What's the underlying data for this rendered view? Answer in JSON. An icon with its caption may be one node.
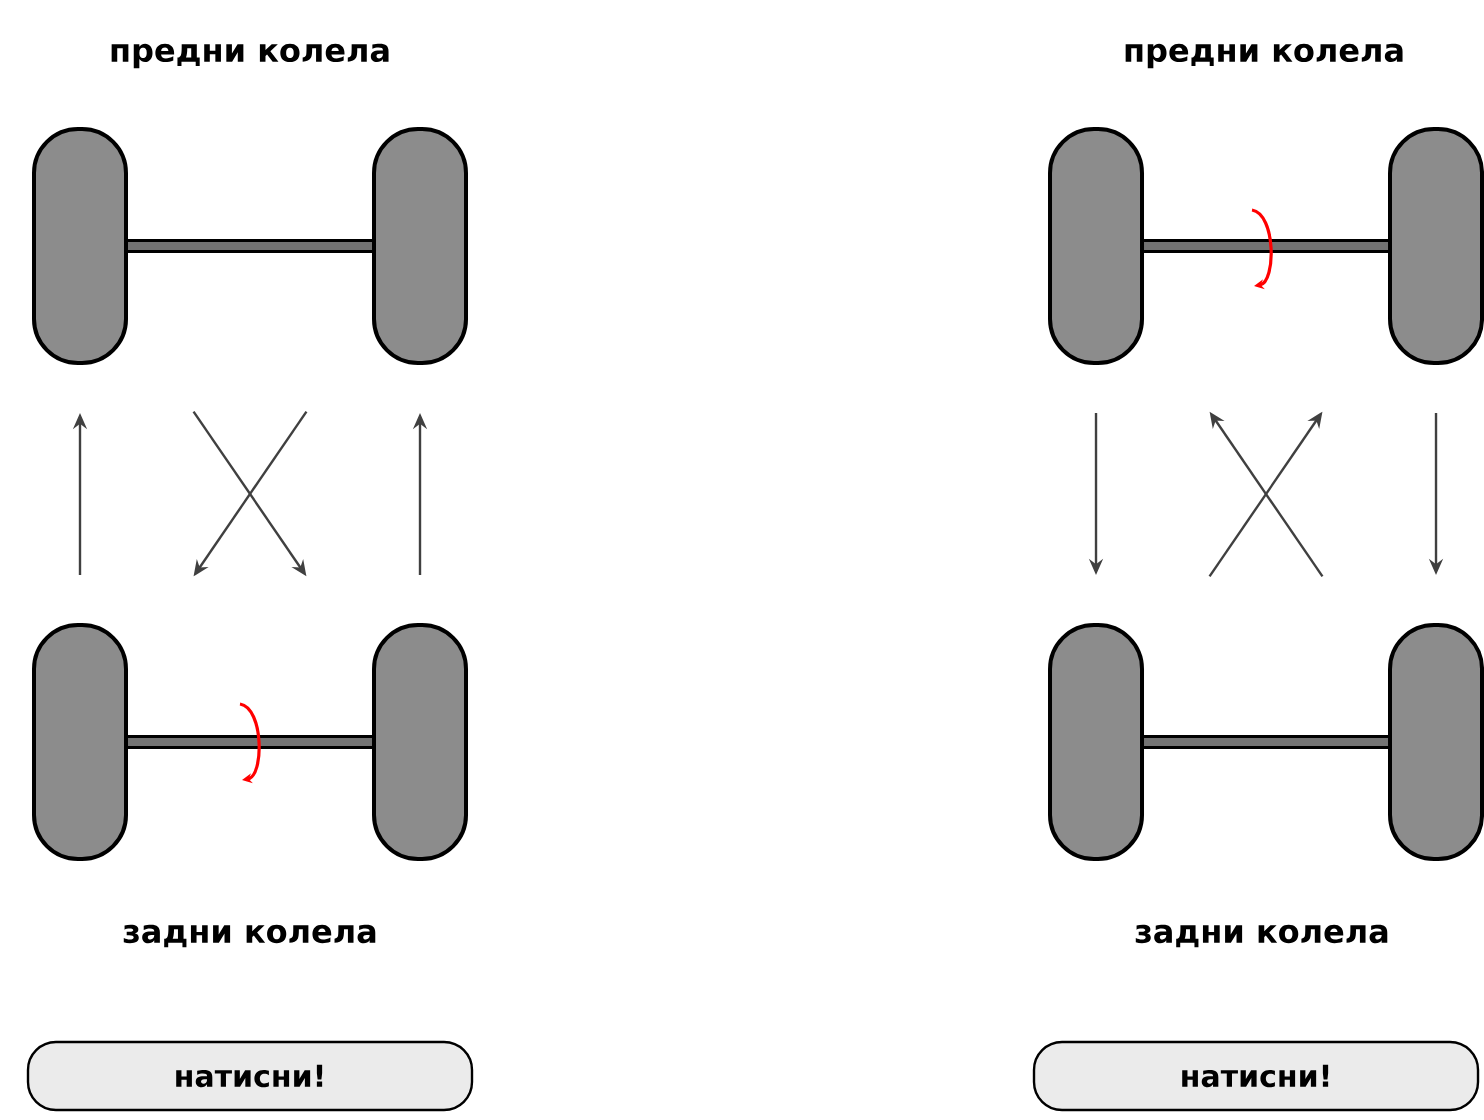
{
  "diagram": {
    "nodes": [
      {
        "text": [],
        "shape": "wheel"
      },
      {
        "text": [],
        "shape": "wheel"
      },
      {
        "text": [],
        "shape": "wheel"
      },
      {
        "text": [],
        "shape": "wheel"
      },
      {
        "text": [],
        "shape": "wheel"
      },
      {
        "text": [],
        "shape": "wheel"
      },
      {
        "text": [],
        "shape": "wheel"
      },
      {
        "text": [],
        "shape": "wheel"
      },
      {
        "text": [
          "натисни!"
        ]
      },
      {
        "text": [
          "натисни!"
        ]
      }
    ],
    "edges": [
      {
        "from": 0,
        "to": 1,
        "arrow": "none",
        "style": "thick"
      },
      {
        "from": 2,
        "to": 3,
        "arrow": "none",
        "style": "thick"
      },
      {
        "from": 4,
        "to": 5,
        "arrow": "none",
        "style": "thick"
      },
      {
        "from": 6,
        "to": 7,
        "arrow": "none",
        "style": "thick"
      },
      {
        "from": 4,
        "to": 0,
        "arrow": "to"
      },
      {
        "from": 5,
        "to": 1,
        "arrow": "to"
      },
      {
        "from": 0,
        "to": 5,
        "arrow": "to"
      },
      {
        "from": 1,
        "to": 4,
        "arrow": "to"
      },
      {
        "from": 2,
        "to": 6,
        "arrow": "to"
      },
      {
        "from": 3,
        "to": 7,
        "arrow": "to"
      },
      {
        "from": 7,
        "to": 2,
        "arrow": "to"
      },
      {
        "from": 6,
        "to": 3,
        "arrow": "to"
      }
    ],
    "labels": [
      "предни колела",
      "предни колела",
      "задни колела",
      "задни колела"
    ]
  }
}
